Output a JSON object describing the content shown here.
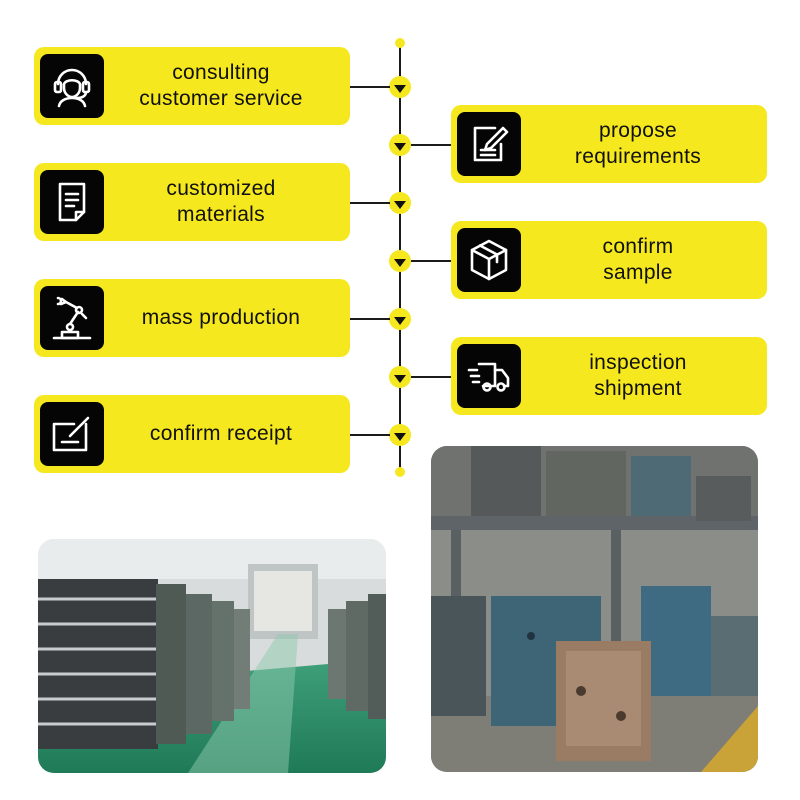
{
  "steps": [
    {
      "label": "consulting\ncustomer service",
      "icon": "headset-agent-icon"
    },
    {
      "label": "propose\nrequirements",
      "icon": "edit-document-icon"
    },
    {
      "label": "customized\nmaterials",
      "icon": "document-icon"
    },
    {
      "label": "confirm\nsample",
      "icon": "package-box-icon"
    },
    {
      "label": "mass production",
      "icon": "robot-arm-icon"
    },
    {
      "label": "inspection\nshipment",
      "icon": "delivery-truck-icon"
    },
    {
      "label": "confirm receipt",
      "icon": "sign-pad-icon"
    }
  ],
  "photos": [
    {
      "subject": "warehouse-photo"
    },
    {
      "subject": "mold-storage-photo"
    }
  ],
  "colors": {
    "accent": "#f5e81e",
    "icon_bg": "#050505",
    "line": "#1b1b1b"
  }
}
